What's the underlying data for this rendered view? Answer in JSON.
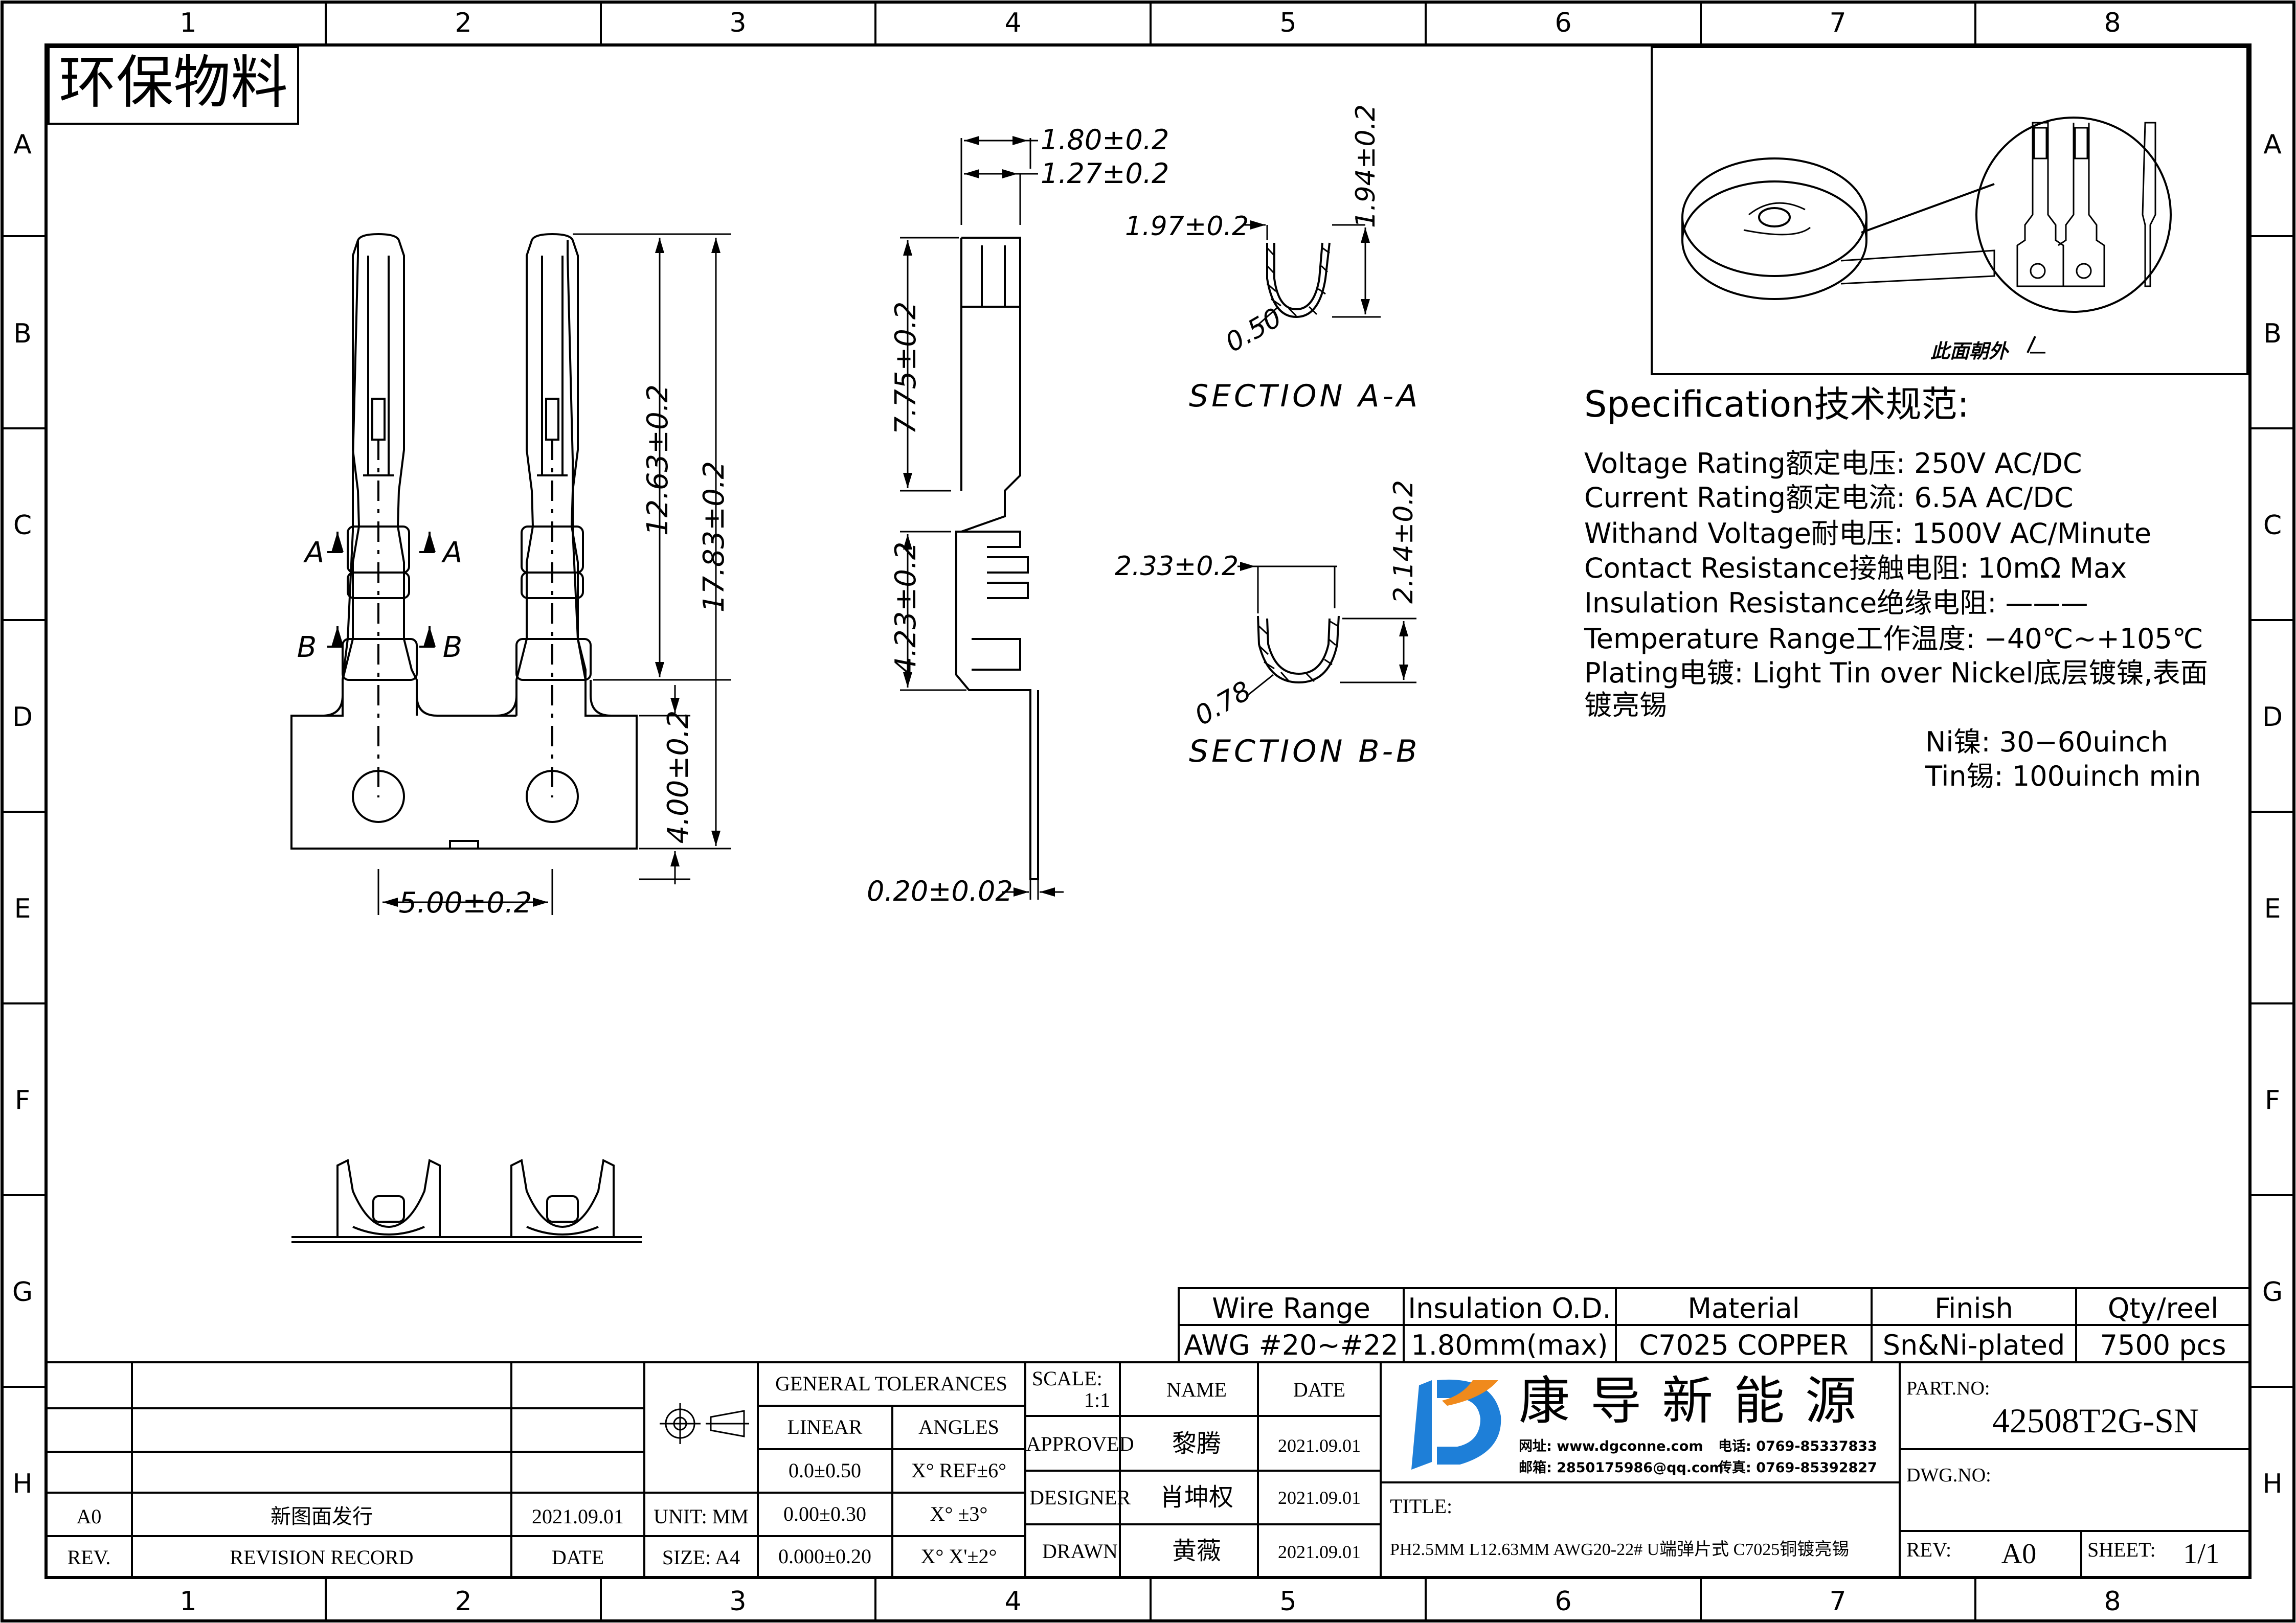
{
  "grid": {
    "columns": [
      "1",
      "2",
      "3",
      "4",
      "5",
      "6",
      "7",
      "8"
    ],
    "rows": [
      "A",
      "B",
      "C",
      "D",
      "E",
      "F",
      "G",
      "H"
    ]
  },
  "stamp": "环保物料",
  "dimensions": {
    "d_180": "1.80±0.2",
    "d_127": "1.27±0.2",
    "d_775": "7.75±0.2",
    "d_423": "4.23±0.2",
    "d_020": "0.20±0.02",
    "d_1263": "12.63±0.2",
    "d_1783": "17.83±0.2",
    "d_400": "4.00±0.2",
    "d_500": "5.00±0.2",
    "d_197": "1.97±0.2",
    "d_194": "1.94±0.2",
    "d_050": "0.50",
    "d_233": "2.33±0.2",
    "d_214": "2.14±0.2",
    "d_078": "0.78"
  },
  "section_marks": {
    "a": "A",
    "b": "B"
  },
  "sections": {
    "aa": "SECTION A-A",
    "bb": "SECTION B-B"
  },
  "callout": "此面朝外",
  "spec": {
    "title": "Specification技术规范:",
    "lines": [
      "Voltage Rating额定电压: 250V AC/DC",
      "Current Rating额定电流: 6.5A AC/DC",
      "Withand Voltage耐电压: 1500V AC/Minute",
      "Contact Resistance接触电阻: 10mΩ Max",
      "Insulation Resistance绝缘电阻: ———",
      "Temperature Range工作温度: −40℃~+105℃",
      "Plating电镀: Light Tin over Nickel底层镀镍,表面",
      "镀亮锡"
    ],
    "ni": "Ni镍:  30−60uinch",
    "tin": "Tin锡:  100uinch    min"
  },
  "spec_table": {
    "headers": [
      "Wire Range",
      "Insulation O.D.",
      "Material",
      "Finish",
      "Qty/reel"
    ],
    "values": [
      "AWG #20~#22",
      "1.80mm(max)",
      "C7025 COPPER",
      "Sn&Ni-plated",
      "7500 pcs"
    ]
  },
  "title_block": {
    "rev_value": "A0",
    "rev_record": "新图面发行",
    "rev_date": "2021.09.01",
    "rev_label": "REV.",
    "record_label": "REVISION RECORD",
    "date_label": "DATE",
    "unit": "UNIT: MM",
    "size": "SIZE: A4",
    "general_tol": "GENERAL TOLERANCES",
    "linear": "LINEAR",
    "angles": "ANGLES",
    "lin1": "0.0±0.50",
    "lin2": "0.00±0.30",
    "lin3": "0.000±0.20",
    "ang1": "X° REF±6°",
    "ang2": "X° ±3°",
    "ang3": "X° X'±2°",
    "scale_label": "SCALE:",
    "scale_value": "1:1",
    "approved": "APPROVED",
    "designer": "DESIGNER",
    "drawn": "DRAWN",
    "name_label": "NAME",
    "date_col": "DATE",
    "approved_name": "黎腾",
    "designer_name": "肖坤权",
    "drawn_name": "黄薇",
    "approved_date": "2021.09.01",
    "designer_date": "2021.09.01",
    "drawn_date": "2021.09.01",
    "company": "康导新能源",
    "web": "网址: www.dgconne.com",
    "tel": "电话: 0769-85337833",
    "email": "邮箱: 2850175986@qq.com",
    "fax": "传真: 0769-85392827",
    "title_label": "TITLE:",
    "title": "PH2.5MM L12.63MM AWG20-22# U端弹片式 C7025铜镀亮锡",
    "part_label": "PART.NO:",
    "part_no": "42508T2G-SN",
    "dwg_label": "DWG.NO:",
    "rev2_label": "REV:",
    "rev2_value": "A0",
    "sheet_label": "SHEET:",
    "sheet_value": "1/1"
  },
  "colors": {
    "logo_blue": "#1e7fd8",
    "logo_orange": "#f08a1c"
  }
}
